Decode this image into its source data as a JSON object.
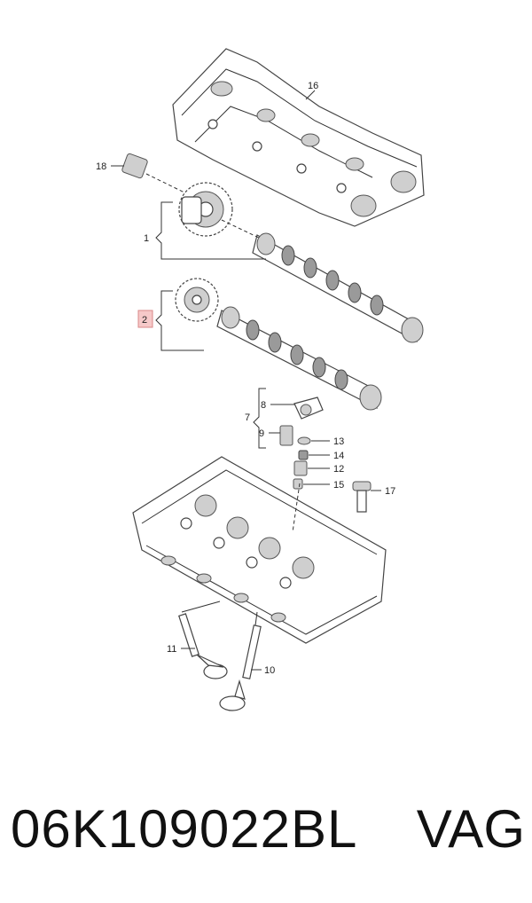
{
  "callouts": {
    "c1": "1",
    "c2": "2",
    "c7": "7",
    "c8": "8",
    "c9": "9",
    "c10": "10",
    "c11": "11",
    "c12": "12",
    "c13": "13",
    "c14": "14",
    "c15": "15",
    "c16": "16",
    "c17": "17",
    "c18": "18"
  },
  "footer": {
    "part_number": "06K109022BL",
    "brand": "VAG"
  },
  "colors": {
    "highlight_box": "#f6c9c9",
    "highlight_border": "#d98888"
  }
}
